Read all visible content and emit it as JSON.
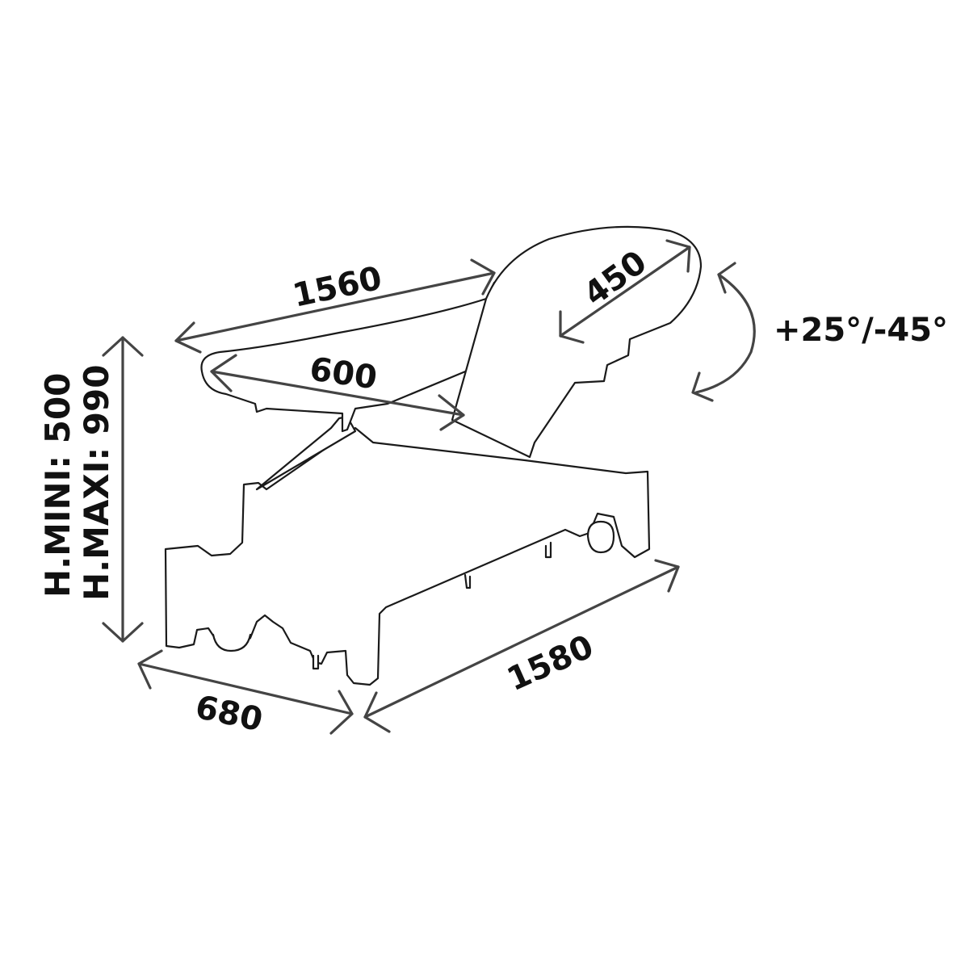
{
  "colors": {
    "background": "#ffffff",
    "outline": "#1a1a1a",
    "dimension_line": "#444444",
    "text": "#111111"
  },
  "dimensions": {
    "length_top": "1560",
    "width_top": "600",
    "headrest_length": "450",
    "headrest_tilt": "+25°/-45°",
    "height_min": "H.MINI: 500",
    "height_max": "H.MAXI: 990",
    "base_width": "680",
    "base_length": "1580"
  }
}
